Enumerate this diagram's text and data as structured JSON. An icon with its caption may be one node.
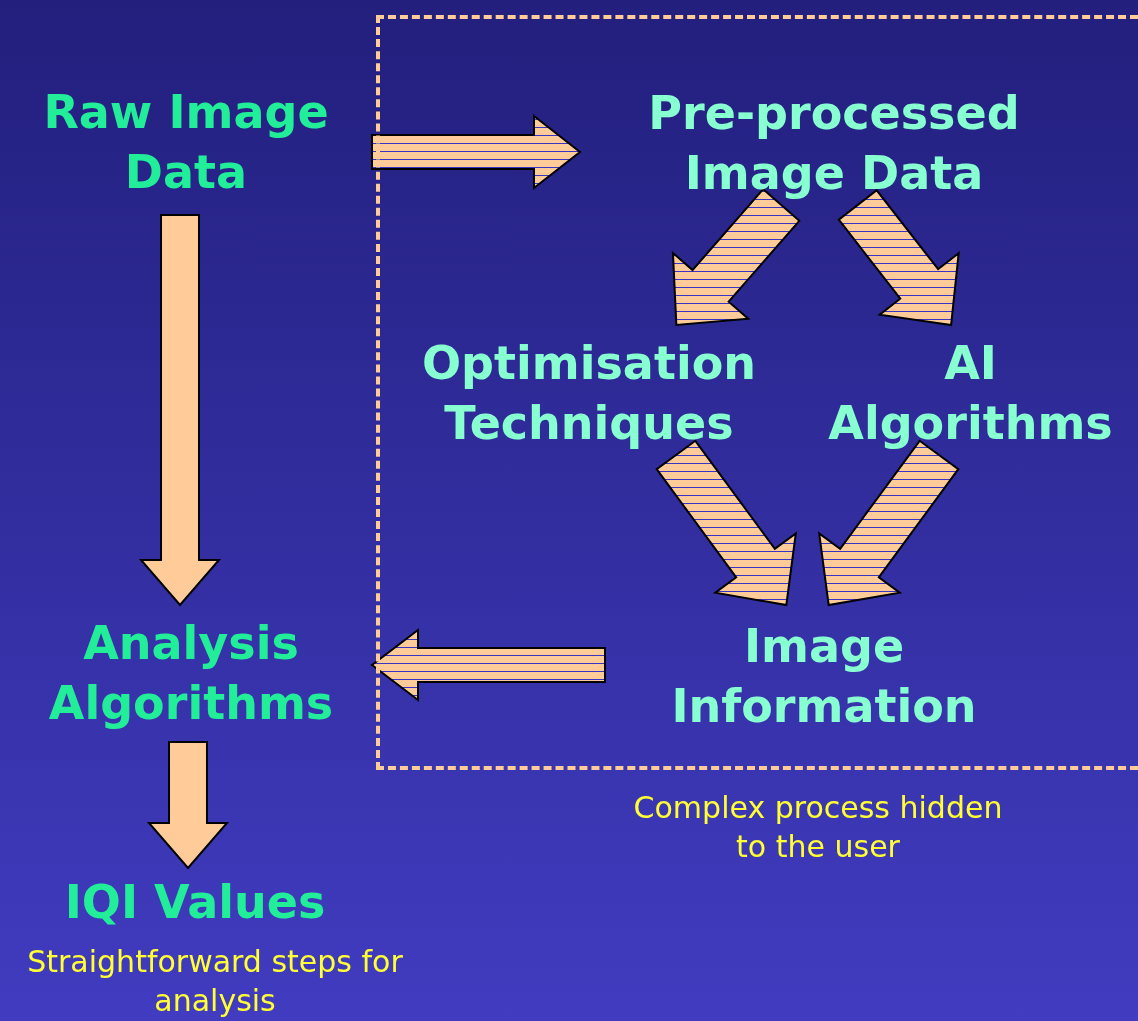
{
  "diagram": {
    "nodes": [
      {
        "text": [
          "Raw Image Data"
        ]
      },
      {
        "text": [],
        "shape": "box",
        "beside": [
          "Complex process hidden to the user"
        ]
      },
      {
        "text": [
          "Pre-processed Image Data"
        ],
        "in": 1
      },
      {
        "text": [
          "Optimisation Techniques"
        ],
        "in": 1
      },
      {
        "text": [
          "AI Algorithms"
        ],
        "in": 1
      },
      {
        "text": [
          "Image Information"
        ],
        "in": 1
      },
      {
        "text": [
          "Analysis Algorithms"
        ]
      },
      {
        "text": [
          "IQI Values"
        ]
      }
    ],
    "edges": [
      {
        "from": 0,
        "to": 2,
        "arrow": "to"
      },
      {
        "from": 2,
        "to": 3,
        "arrow": "to"
      },
      {
        "from": 2,
        "to": 4,
        "arrow": "to"
      },
      {
        "from": 3,
        "to": 5,
        "arrow": "to"
      },
      {
        "from": 4,
        "to": 5,
        "arrow": "to"
      },
      {
        "from": 5,
        "to": 6,
        "arrow": "to"
      },
      {
        "from": 0,
        "to": 6,
        "arrow": "to"
      },
      {
        "from": 6,
        "to": 7,
        "arrow": "to"
      }
    ],
    "labels": [
      "Straightforward steps for analysis"
    ]
  }
}
